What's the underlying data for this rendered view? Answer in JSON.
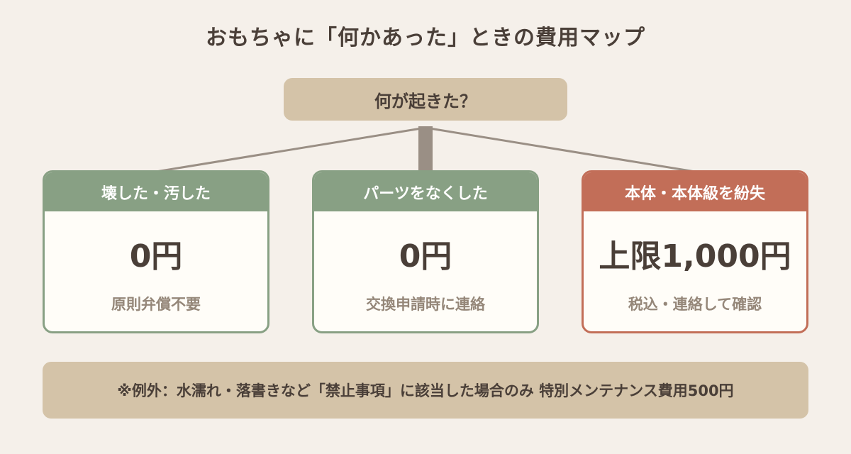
{
  "title": "おもちゃに「何かあった」ときの費用マップ",
  "root": {
    "label": "何が起きた？"
  },
  "cards": [
    {
      "heading": "壊した・汚した",
      "amount": "0円",
      "note": "原則弁償不要"
    },
    {
      "heading": "パーツをなくした",
      "amount": "0円",
      "note": "交換申請時に連絡"
    },
    {
      "heading": "本体・本体級を紛失",
      "amount": "上限1,000円",
      "note": "税込・連絡して確認"
    }
  ],
  "footer": {
    "text": "※例外：水濡れ・落書きなど「禁止事項」に該当した場合のみ 特別メンテナンス費用500円"
  },
  "colors": {
    "background": "#f5f0ea",
    "tan": "#d4c3a8",
    "green": "#88a084",
    "terracotta": "#c26e58",
    "connector": "#9a8f85",
    "text": "#4a3f38",
    "muted": "#958779"
  }
}
